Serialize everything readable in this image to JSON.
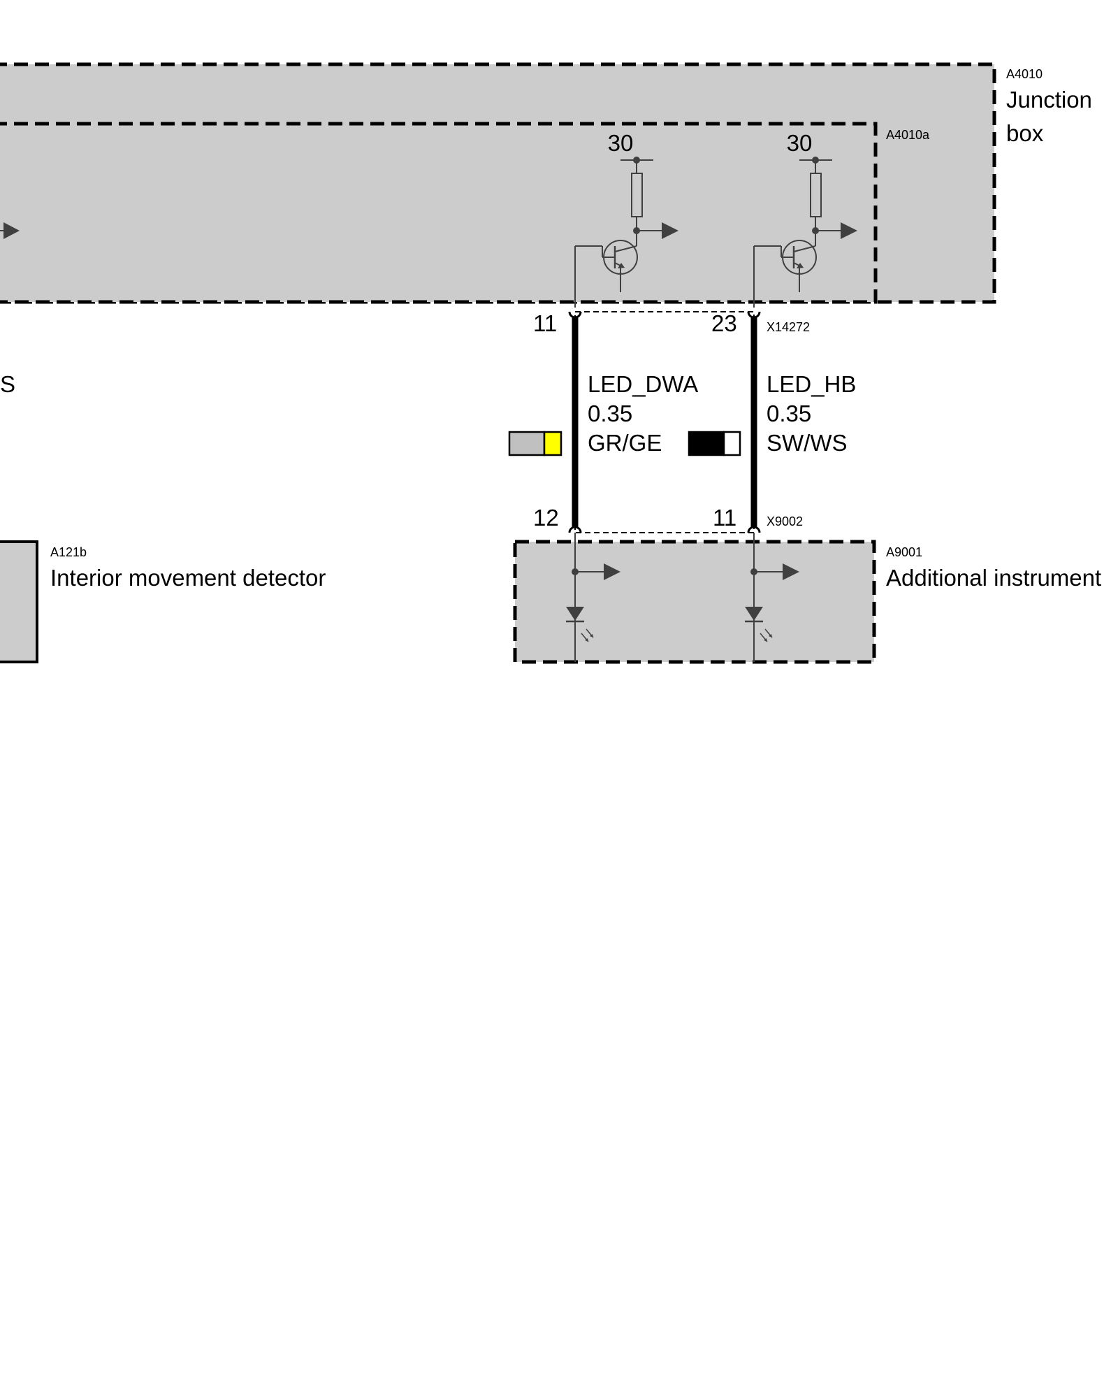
{
  "colors": {
    "module_fill": "#cccccc",
    "line": "#000000",
    "component_line": "#404040",
    "wire_gray": "#c0c0c0",
    "wire_yellow": "#ffff00",
    "wire_black": "#000000",
    "wire_white": "#ffffff"
  },
  "junction_box": {
    "id": "A4010",
    "title_line1": "Junction",
    "title_line2": "box"
  },
  "junction_sub": {
    "id": "A4010a"
  },
  "supply_left": "30",
  "supply_right": "30",
  "left_cut_label": "S",
  "connector_top": {
    "id": "X14272",
    "pin_left": "11",
    "pin_right": "23"
  },
  "connector_bottom": {
    "id": "X9002",
    "pin_left": "12",
    "pin_right": "11"
  },
  "wire_left": {
    "name": "LED_DWA",
    "size": "0.35",
    "color_code": "GR/GE"
  },
  "wire_right": {
    "name": "LED_HB",
    "size": "0.35",
    "color_code": "SW/WS"
  },
  "detector": {
    "id": "A121b",
    "title": "Interior movement detector"
  },
  "instrument": {
    "id": "A9001",
    "title": "Additional instrument"
  }
}
